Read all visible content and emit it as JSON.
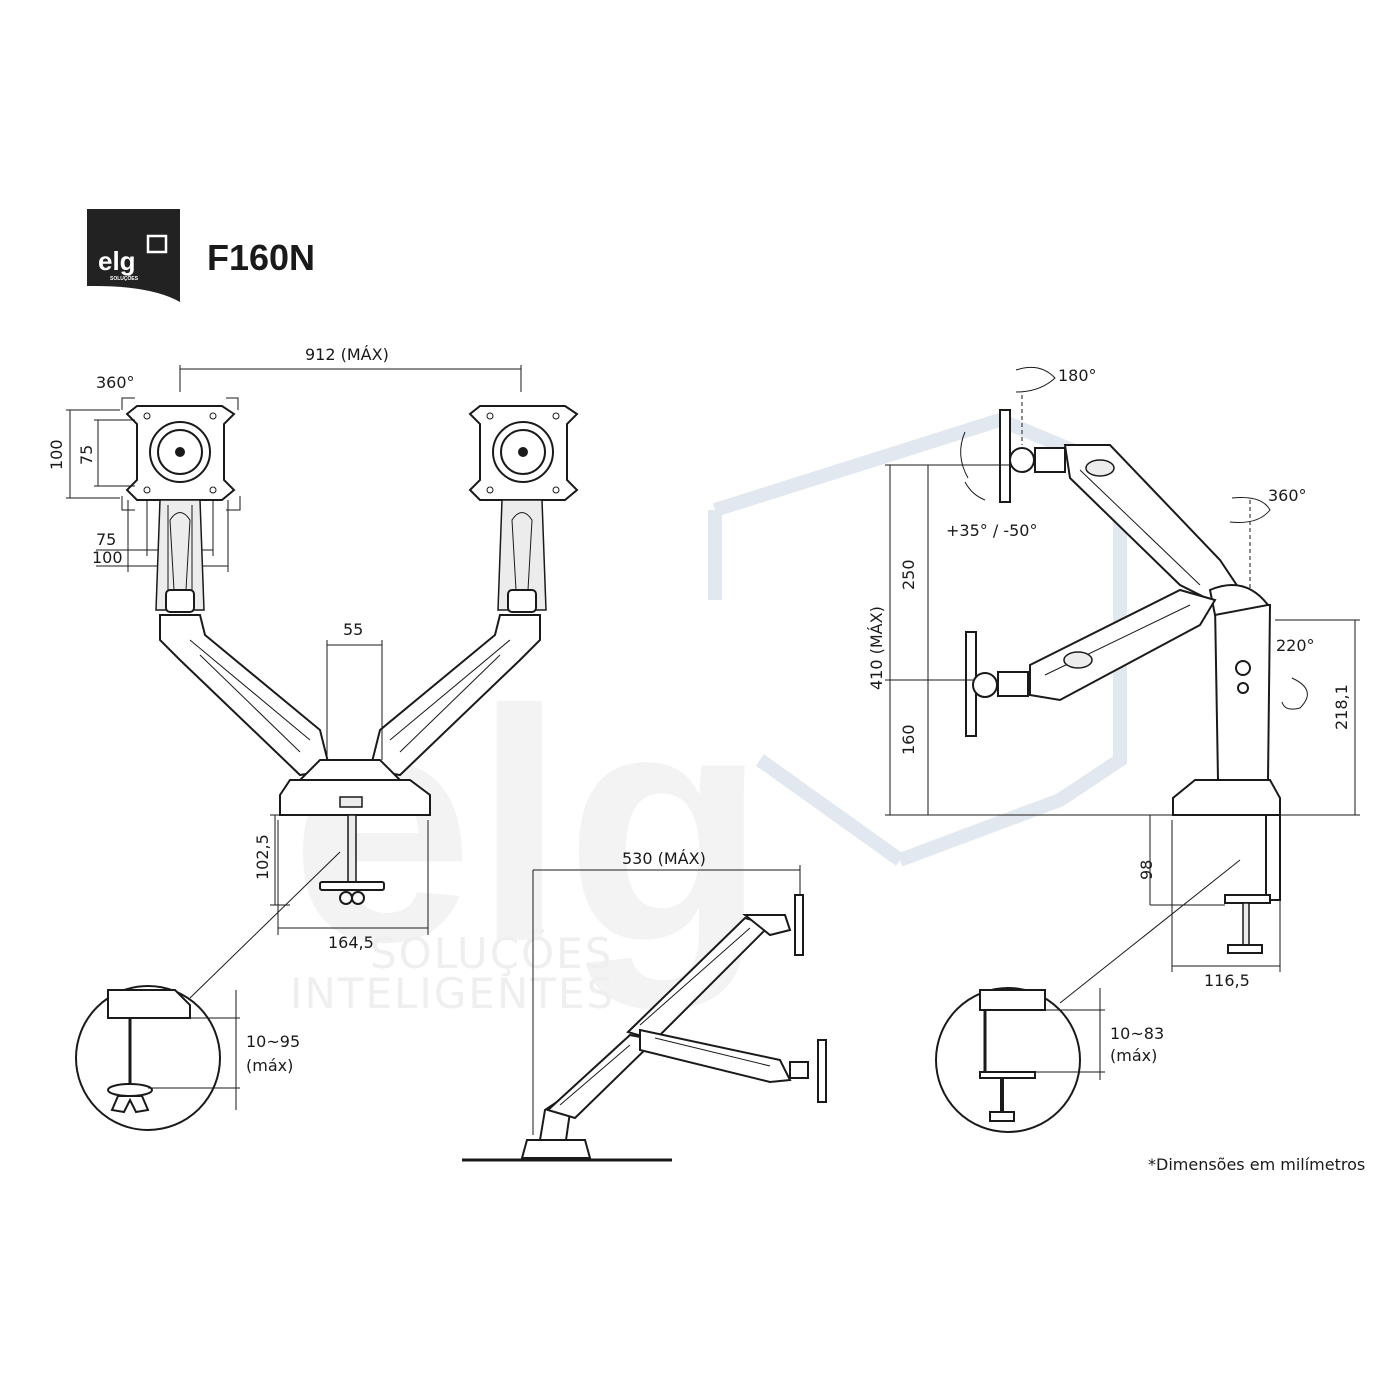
{
  "brand": {
    "logo_text": "elg",
    "logo_sub": "SOLUÇÕES"
  },
  "title": "F160N",
  "watermark": {
    "big": "elg",
    "line1": "SOLUÇÕES",
    "line2": "INTELIGENTES"
  },
  "front_view": {
    "width_max": "912 (MÁX)",
    "rotation": "360°",
    "vesa_h_outer": "100",
    "vesa_h_inner": "75",
    "vesa_w_inner": "75",
    "vesa_w_outer": "100",
    "pole_width": "55",
    "base_height": "102,5",
    "base_depth": "164,5"
  },
  "clamp_left": {
    "range": "10~95",
    "note": "(máx)"
  },
  "side_view": {
    "reach_max": "530 (MÁX)"
  },
  "right_view": {
    "swivel": "180°",
    "tilt": "+35° / -50°",
    "rotate": "360°",
    "height_max": "410 (MÁX)",
    "upper": "250",
    "lower": "160",
    "pole_rotate": "220°",
    "pole_height": "218,1",
    "clamp_depth": "98",
    "clamp_width": "116,5"
  },
  "clamp_right": {
    "range": "10~83",
    "note": "(máx)"
  },
  "footnote": "*Dimensões em milímetros",
  "colors": {
    "ink": "#1a1a1a",
    "logo_bg": "#222222",
    "watermark": "#dfe6ee"
  }
}
